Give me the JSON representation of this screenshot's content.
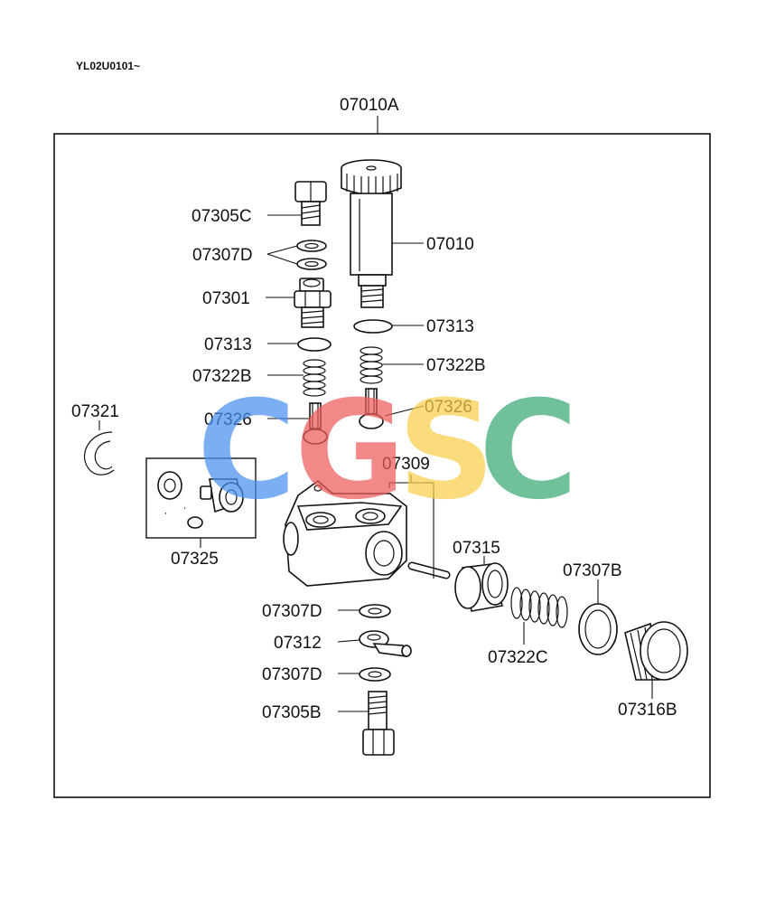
{
  "doc_code": "YL02U0101~",
  "assembly_label": "07010A",
  "labels": {
    "l07305C": "07305C",
    "l07307D_top": "07307D",
    "l07301": "07301",
    "l07313_left": "07313",
    "l07322B_left": "07322B",
    "l07326_left": "07326",
    "l07321": "07321",
    "l07325": "07325",
    "l07010": "07010",
    "l07313_right": "07313",
    "l07322B_right": "07322B",
    "l07326_right": "07326",
    "l07309": "07309",
    "l07315": "07315",
    "l07307B": "07307B",
    "l07307D_mid": "07307D",
    "l07312": "07312",
    "l07307D_low": "07307D",
    "l07305B": "07305B",
    "l07322C": "07322C",
    "l07316B": "07316B"
  },
  "watermark": {
    "letters": [
      "C",
      "G",
      "S",
      "C"
    ],
    "colors": [
      "#4a8ff0",
      "#ef5b5b",
      "#f9cf4a",
      "#3aaa76"
    ]
  }
}
